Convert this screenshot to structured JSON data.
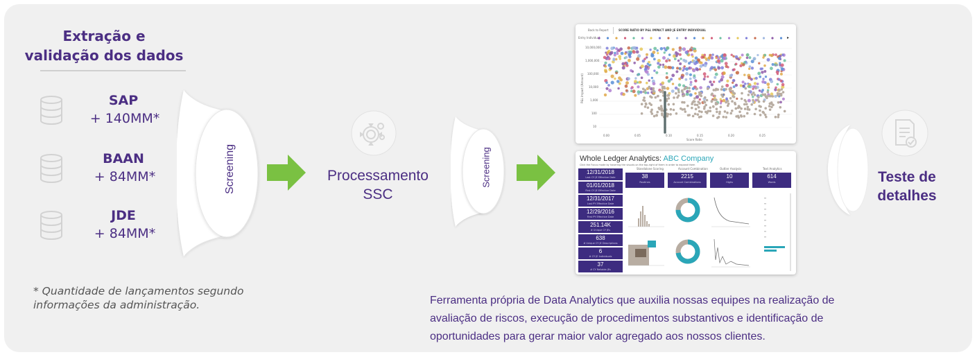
{
  "extraction": {
    "title_line1": "Extração e",
    "title_line2": "validação dos dados",
    "systems": [
      {
        "name": "SAP",
        "count": "+ 140MM*"
      },
      {
        "name": "BAAN",
        "count": "+ 84MM*"
      },
      {
        "name": "JDE",
        "count": "+ 84MM*"
      }
    ],
    "footnote_line1": "* Quantidade de lançamentos segundo",
    "footnote_line2": "informações da administração."
  },
  "screening_label": "Screening",
  "processing": {
    "line1": "Processamento",
    "line2": "SSC"
  },
  "details": {
    "line1": "Teste de",
    "line2": "detalhes"
  },
  "description": {
    "line1": "Ferramenta própria de Data Analytics que auxilia nossas equipes na realização de",
    "line2": "avaliação de riscos, execução de procedimentos substantivos e identificação de",
    "line3": "oportunidades para gerar maior valor agregado aos nossos clientes."
  },
  "scatter_report": {
    "back_label": "Back to Report",
    "title": "SCORE RATIO BY P&L IMPACT AND JE ENTRY INDIVIDUAL",
    "legend_label": "Entry Individual",
    "ylabel": "P&L Impact (Amount)",
    "xlabel": "Score Ratio",
    "yticks": [
      "10,000,000",
      "1,000,000",
      "100,000",
      "10,000",
      "1,000",
      "100",
      "10"
    ],
    "xticks": [
      "0.00",
      "0.05",
      "0.10",
      "0.15",
      "0.20",
      "0.25"
    ]
  },
  "dashboard": {
    "title": "Whole Ledger Analytics:",
    "company": "ABC Company",
    "subtitle": "Click the Focus mode by hovering the visuals on the top-right of them in order to expand them",
    "sidebar": [
      {
        "value": "12/31/2018",
        "label": "Last CY JE Effective Date"
      },
      {
        "value": "01/01/2018",
        "label": "First CY JE Effective Date"
      },
      {
        "value": "12/31/2017",
        "label": "Last PY Effective Date"
      },
      {
        "value": "12/29/2016",
        "label": "First PY Effective Date"
      },
      {
        "value": "251.14K",
        "label": "# Unique CY JEs"
      },
      {
        "value": "638",
        "label": "# Unique CY JE Descriptions"
      },
      {
        "value": "6",
        "label": "# CY JE Individuals"
      },
      {
        "value": "37",
        "label": "# CY Reliable JEs"
      }
    ],
    "kpis": [
      {
        "header": "Standalone Scoring",
        "value": "38",
        "label": "Routines"
      },
      {
        "header": "Account Combination",
        "value": "2215",
        "label": "Account Combinations"
      },
      {
        "header": "Outlier Analysis",
        "value": "10",
        "label": "Highs"
      },
      {
        "header": "Text Analytics",
        "value": "614",
        "label": "Words"
      }
    ]
  }
}
